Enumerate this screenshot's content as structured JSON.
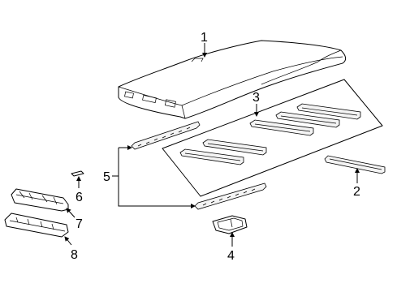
{
  "diagram": {
    "callouts": {
      "c1": "1",
      "c2": "2",
      "c3": "3",
      "c4": "4",
      "c5": "5",
      "c6": "6",
      "c7": "7",
      "c8": "8"
    }
  }
}
